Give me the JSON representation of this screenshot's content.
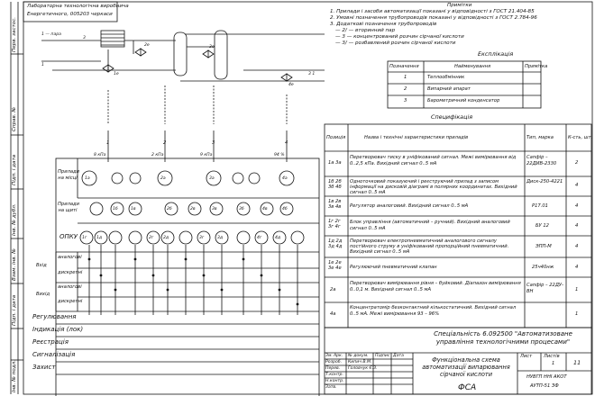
{
  "top_stamp": {
    "line1": "Лабораторна технологічна виробнича",
    "line2": "Енергетичного, 005203 черкаси"
  },
  "flow_labels": {
    "in_top": "1 — пара",
    "in_mid": "3",
    "in_low": "1",
    "out_right": "3 1"
  },
  "process_tags": {
    "t1": "1е",
    "t2": "2е",
    "t3": "3е",
    "t4": "4е"
  },
  "notes": {
    "title": "Примітки",
    "items": [
      "1. Прилади і засоби автоматизації показані у відповідності з ГОСТ 21.404-85",
      "2. Умовні позначення трубопроводів показані у відповідності з ГОСТ 2.784-96",
      "3. Додаткові позначення трубопроводів",
      "— 2/ — вторинний пар",
      "— 3 — концентрований розчин сірчаної кислоти",
      "— 3/ — розбавлений розчин сірчаної кислоти"
    ]
  },
  "explication": {
    "title": "Експлікація",
    "headers": [
      "Позначення",
      "Найменування",
      "Примітка"
    ],
    "rows": [
      [
        "1",
        "Теплообмінник",
        ""
      ],
      [
        "2",
        "Випарний апарат",
        ""
      ],
      [
        "3",
        "Барометричний конденсатор",
        ""
      ]
    ]
  },
  "specification": {
    "title": "Специфікація",
    "headers": [
      "Позиція",
      "Назва і технічні характеристики приладів",
      "Тип, марка",
      "К-сть, шт."
    ],
    "rows": [
      [
        "1а 3а",
        "Перетворювач тиску в уніфікований сигнал. Межі вимірювання від 0..2,5 кПа. Вихідний сигнал 0..5 мА",
        "Сапфір – 22ДИВ-2330",
        "2"
      ],
      [
        "1б 2б 3б 4б",
        "Одноточковий показуючий і реєструючий прилад з записом інформації на дисковій діаграмі в полярних координатах. Вихідний сигнал 0..5 мА",
        "Диск-250-4221",
        "4"
      ],
      [
        "1в 2в 3в 4в",
        "Регулятор аналоговий. Вихідний сигнал 0..5 мА",
        "Р17.01",
        "4"
      ],
      [
        "1г 2г 3г 4г",
        "Блок управління (автоматичний – ручний). Вихідний аналоговий сигнал 0..5 мА",
        "БУ 12",
        "4"
      ],
      [
        "1д 2д 3д 4д",
        "Перетворювач електропневматичний аналогового сигналу постійного струму в уніфікований пропорційний пневматичний. Вихідний сигнал 0..5 мА",
        "ЭПП-М",
        "4"
      ],
      [
        "1е 2е 3е 4е",
        "Регулюючий пневматичний клапан",
        "25ч40нж",
        "4"
      ],
      [
        "2а",
        "Перетворювач вимірювання рівня – буйковий. Діапазон вимірювання 0..0,1 м. Вихідний сигнал 0..5 мА",
        "Сапфір – 22ДУ-ВН",
        "1"
      ],
      [
        "4а",
        "Концентратомір безконтактний кількостатичний. Вихідний сигнал 0..5 мА. Межі вимірювання 93 – 96%",
        "",
        "1"
      ]
    ]
  },
  "levels": {
    "field": "Прилади на місці",
    "panel": "Прилади на щиті",
    "opku": "ОПКУ",
    "signal_rows": [
      "аналогові",
      "дискретні",
      "аналогові",
      "дискретні"
    ],
    "input": "Вхід",
    "output": "Вихід",
    "bottom_rows": [
      "Регулювання",
      "Індикація (лок)",
      "Реєстрація",
      "Сигналізація",
      "Захист"
    ]
  },
  "loop_numbers": [
    "1",
    "2",
    "3",
    "4"
  ],
  "loop_values": {
    "v1": "8 кПа",
    "v2": "2 кПа",
    "v3": "9 кПа",
    "v4": "94 %"
  },
  "instruments": {
    "field": [
      "1а",
      "2а",
      "3а",
      "4а"
    ],
    "panel_b": [
      "1б",
      "2б",
      "3б",
      "4б"
    ],
    "panel_c": [
      "1в",
      "2в",
      "3в",
      "4в"
    ],
    "opku": [
      "1г",
      "1д",
      "2г",
      "2д",
      "3г",
      "3д",
      "4г",
      "4д"
    ]
  },
  "title_block": {
    "specialty": "Спеціальність 6.092500 \"Автоматизоване управління технологічними процесами\"",
    "doc_title": "Функціональна схема автоматизації випарювання сірчаної кислоти",
    "sheets_label": "Листів",
    "sheets_value": "11",
    "sheet_label": "Лист",
    "sheet_value": "1",
    "org": "НУВГП ННІ АКОТ",
    "group": "АУТП-51 ЗФ",
    "code": "ФСА",
    "roles": [
      "Розроб.",
      "Перев.",
      "Т.контр.",
      "Н.контр.",
      "Затв."
    ],
    "names": [
      "Кипич В.М.",
      "Головчук Є.З."
    ],
    "cols": [
      "Зм.",
      "Арк.",
      "№ докум.",
      "Підпис",
      "Дата"
    ]
  },
  "side_stamps": [
    "Перв. застос.",
    "Справ. №",
    "Підп. і дата",
    "Інв. № дубл.",
    "Взам. інв. №",
    "Підп. і дата",
    "Інв. № подл."
  ]
}
